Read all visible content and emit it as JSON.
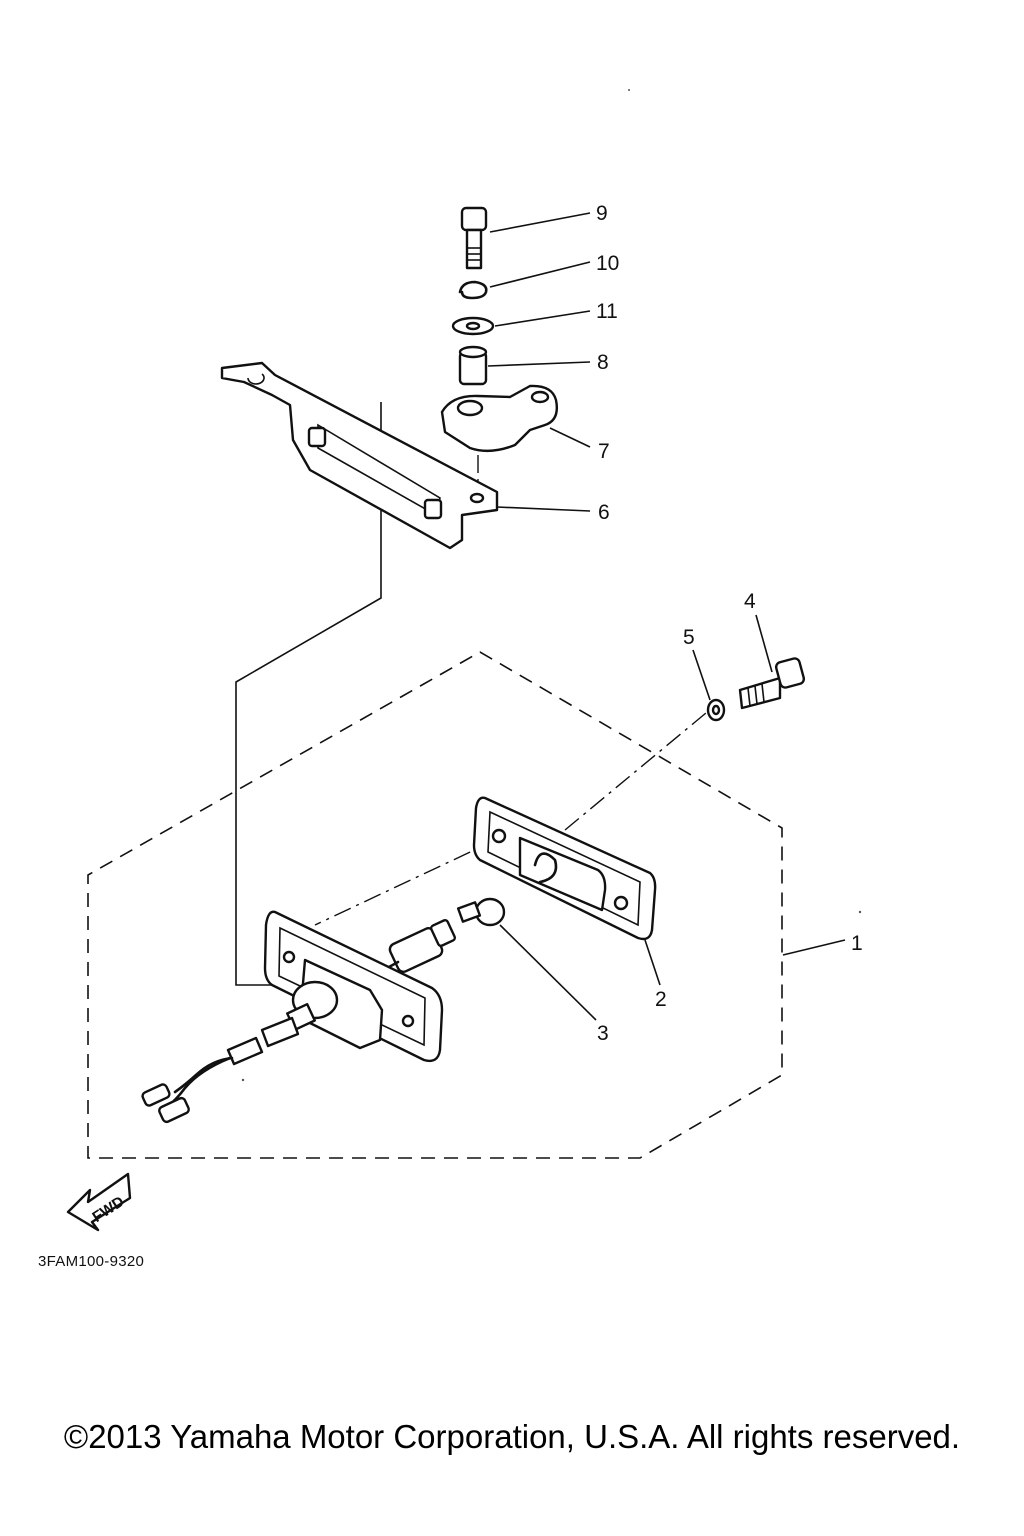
{
  "diagram": {
    "callouts": [
      {
        "id": "9",
        "label": "9"
      },
      {
        "id": "10",
        "label": "10"
      },
      {
        "id": "11",
        "label": "11"
      },
      {
        "id": "8",
        "label": "8"
      },
      {
        "id": "7",
        "label": "7"
      },
      {
        "id": "6",
        "label": "6"
      },
      {
        "id": "4",
        "label": "4"
      },
      {
        "id": "5",
        "label": "5"
      },
      {
        "id": "1",
        "label": "1"
      },
      {
        "id": "2",
        "label": "2"
      },
      {
        "id": "3",
        "label": "3"
      }
    ],
    "fwd_label": "FWD",
    "drawing_code": "3FAM100-9320"
  },
  "footer": {
    "copyright": "©2013 Yamaha Motor Corporation, U.S.A. All rights reserved."
  }
}
